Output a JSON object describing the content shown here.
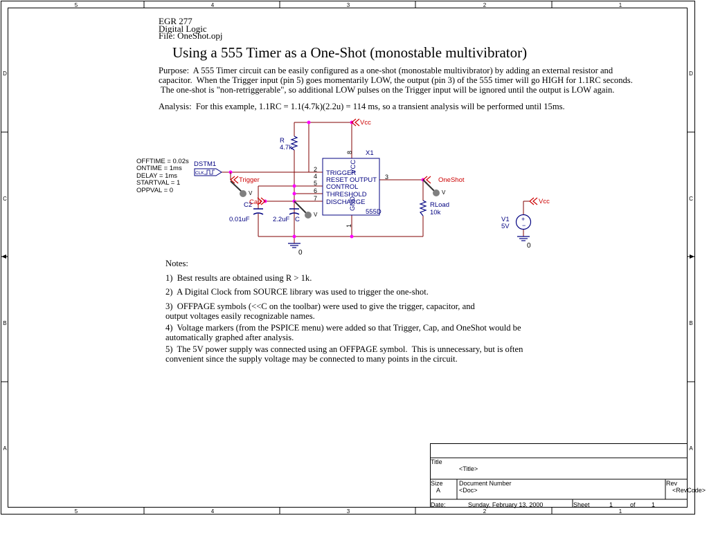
{
  "border": {
    "col_labels": [
      "5",
      "4",
      "3",
      "2",
      "1"
    ],
    "row_labels": [
      "D",
      "C",
      "B",
      "A"
    ]
  },
  "header": {
    "course": "EGR 277",
    "subject": "Digital Logic",
    "file": "File: OneShot.opj"
  },
  "title": "Using a 555 Timer as a One-Shot (monostable multivibrator)",
  "purpose": [
    "Purpose:  A 555 Timer circuit can be easily configured as a one-shot (monostable multivibrator) by adding an external resistor and",
    "capacitor.  When the Trigger input (pin 5) goes momentarily LOW, the output (pin 3) of the 555 timer will go HIGH for 1.1RC seconds.",
    " The one-shot is \"non-retriggerable\", so additional LOW pulses on the Trigger input will be ignored until the output is LOW again."
  ],
  "analysis": "Analysis:  For this example, 1.1RC = 1.1(4.7k)(2.2u) = 114 ms, so a transient analysis will be performed until 15ms.",
  "schematic": {
    "colors": {
      "wire": "#800000",
      "part": "#000080",
      "offpage": "#cc0000",
      "junction": "#ff00ff",
      "text": "#000080"
    },
    "source_params": [
      "OFFTIME = 0.02s",
      "ONTIME = 1ms",
      "DELAY = 1ms",
      "STARTVAL = 1",
      "OPPVAL = 0"
    ],
    "dstm_name": "DSTM1",
    "dstm_pin": "CLK",
    "r_name": "R",
    "r_value": "4.7k",
    "c2_name": "C2",
    "c2_value": "0.01uF",
    "c_name": "C",
    "c_value": "2.2uF",
    "ic_name": "X1",
    "ic_part": "555D",
    "ic_pin_labels": [
      "TRIGGER",
      "RESET",
      "CONTROL",
      "THRESHOLD",
      "DISCHARGE",
      "OUTPUT",
      "VCC",
      "GND"
    ],
    "ic_pin_numbers": [
      "2",
      "4",
      "5",
      "6",
      "7",
      "3",
      "8",
      "1"
    ],
    "offpage_labels": {
      "vcc_top": "Vcc",
      "trigger": "Trigger",
      "cap": "Cap",
      "oneshot": "OneShot",
      "vcc_right": "Vcc"
    },
    "marker_label": "V",
    "rload_name": "RLoad",
    "rload_value": "10k",
    "v1_name": "V1",
    "v1_value": "5V",
    "ground_label": "0"
  },
  "notes": {
    "heading": "Notes:",
    "lines": [
      "1)  Best results are obtained using R > 1k.",
      "2)  A Digital Clock from SOURCE library was used to trigger the one-shot.",
      "3)  OFFPAGE symbols (<<C on the toolbar) were used to give the trigger, capacitor, and",
      "output voltages easily recognizable names.",
      "4)  Voltage markers (from the PSPICE menu) were added so that Trigger, Cap, and OneShot would be",
      "automatically graphed after analysis.",
      "5)  The 5V power supply was connected using an OFFPAGE symbol.  This is unnecessary, but is often",
      "convenient since the supply voltage may be connected to many points in the circuit."
    ]
  },
  "title_block": {
    "title_label": "Title",
    "title_value": "<Title>",
    "size_label": "Size",
    "size_value": "A",
    "docnum_label": "Document Number",
    "docnum_value": "<Doc>",
    "rev_label": "Rev",
    "rev_value": "<RevCode>",
    "date_label": "Date:",
    "date_value": "Sunday, February 13, 2000",
    "sheet_label": "Sheet",
    "sheet_num": "1",
    "of_label": "of",
    "sheet_total": "1"
  }
}
